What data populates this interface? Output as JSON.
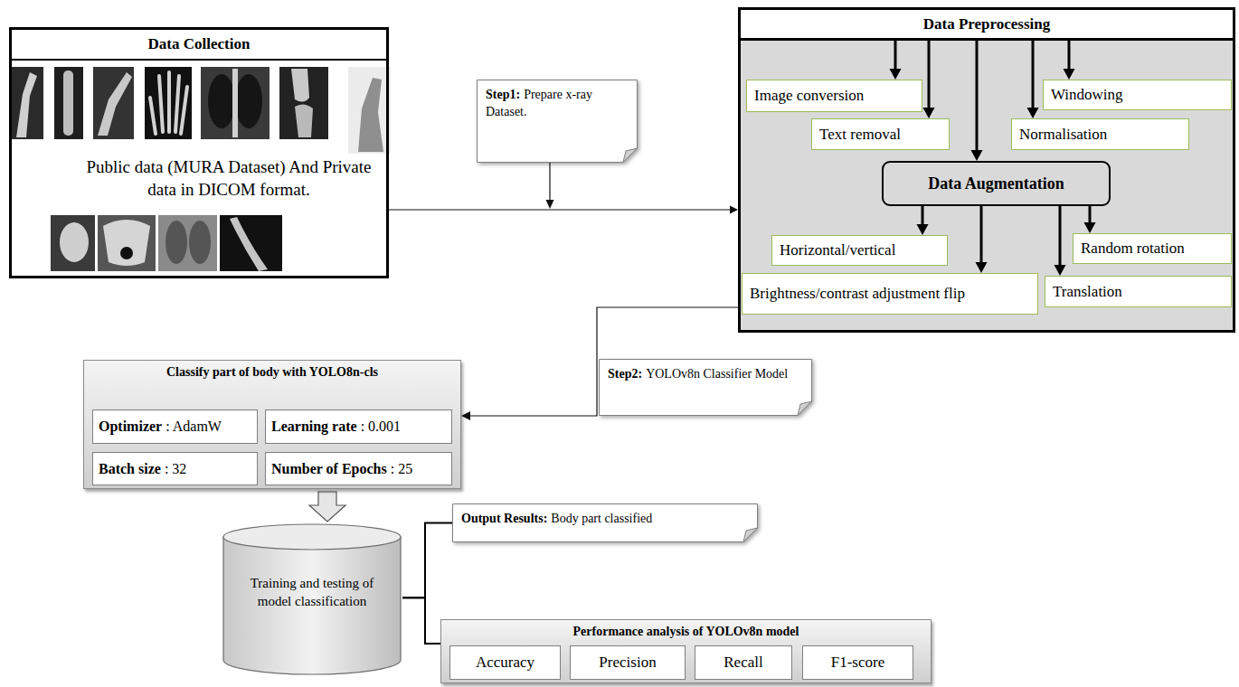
{
  "diagram": {
    "nodes": [
      {
        "text": [
          "Data Collection",
          "Public data (MURA Dataset) And Private data in DICOM format."
        ]
      },
      {
        "text": [
          "Step1:",
          "Prepare x-ray Dataset."
        ]
      },
      {
        "text": [
          "Data Preprocessing"
        ]
      },
      {
        "text": [
          "Image conversion"
        ],
        "in": 2
      },
      {
        "text": [
          "Windowing"
        ],
        "in": 2
      },
      {
        "text": [
          "Text removal"
        ],
        "in": 2
      },
      {
        "text": [
          "Normalisation"
        ],
        "in": 2
      },
      {
        "text": [
          "Data Augmentation"
        ],
        "in": 2
      },
      {
        "text": [
          "Horizontal/vertical"
        ],
        "in": 2
      },
      {
        "text": [
          "Random rotation"
        ],
        "in": 2
      },
      {
        "text": [
          "Brightness/contrast adjustment flip"
        ],
        "in": 2
      },
      {
        "text": [
          "Translation"
        ],
        "in": 2
      },
      {
        "text": [
          "Step2:",
          "YOLOv8n Classifier Model"
        ]
      },
      {
        "text": [
          "Classify part of body with YOLO8n-cls"
        ]
      },
      {
        "text": [
          "Optimizer",
          ": AdamW"
        ],
        "in": 13
      },
      {
        "text": [
          "Learning rate",
          ": 0.001"
        ],
        "in": 13
      },
      {
        "text": [
          "Batch size",
          ": 32"
        ],
        "in": 13
      },
      {
        "text": [
          "Number of Epochs",
          ": 25"
        ],
        "in": 13
      },
      {
        "text": [
          "Training and testing of model classification"
        ]
      },
      {
        "text": [
          "Output Results:",
          "Body part classified"
        ]
      },
      {
        "text": [
          "Performance analysis of YOLOv8n model"
        ]
      },
      {
        "text": [
          "Accuracy"
        ],
        "in": 20
      },
      {
        "text": [
          "Precision"
        ],
        "in": 20
      },
      {
        "text": [
          "Recall"
        ],
        "in": 20
      },
      {
        "text": [
          "F1-score"
        ],
        "in": 20
      }
    ],
    "edges": [
      {
        "from": 0,
        "to": 2,
        "arrow": "to"
      },
      {
        "from": 2,
        "to": 3,
        "arrow": "to"
      },
      {
        "from": 2,
        "to": 4,
        "arrow": "to"
      },
      {
        "from": 2,
        "to": 5,
        "arrow": "to"
      },
      {
        "from": 2,
        "to": 6,
        "arrow": "to"
      },
      {
        "from": 2,
        "to": 7,
        "arrow": "to"
      },
      {
        "from": 7,
        "to": 8,
        "arrow": "to"
      },
      {
        "from": 7,
        "to": 9,
        "arrow": "to"
      },
      {
        "from": 7,
        "to": 10,
        "arrow": "to"
      },
      {
        "from": 7,
        "to": 11,
        "arrow": "to"
      },
      {
        "from": 2,
        "to": 13,
        "arrow": "to"
      },
      {
        "from": 13,
        "to": 18,
        "arrow": "to"
      },
      {
        "from": 18,
        "to": 19,
        "arrow": "none"
      },
      {
        "from": 18,
        "to": 20,
        "arrow": "none"
      }
    ]
  }
}
